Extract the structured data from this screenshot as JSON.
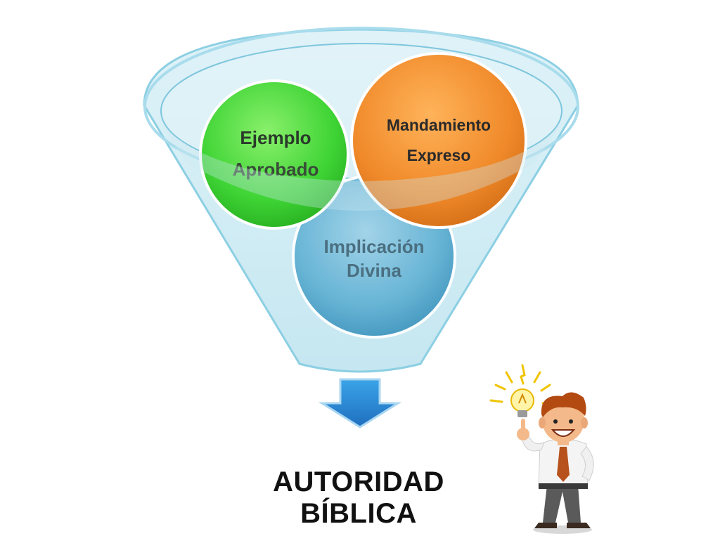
{
  "diagram": {
    "circles": {
      "implicacion": {
        "line1": "Implicación",
        "line2": "Divina"
      },
      "ejemplo": {
        "line1": "Ejemplo",
        "line2": "Aprobado"
      },
      "mandamiento": {
        "line1": "Mandamiento",
        "line2": "Expreso"
      }
    },
    "title": "AUTORIDAD  BÍBLICA"
  },
  "colors": {
    "funnel": "#9fd4e6",
    "implicacion": "#5aa9cc",
    "ejemplo": "#44d63b",
    "mandamiento": "#f08a2a",
    "arrow": "#2f8fd8"
  },
  "icons": [
    "funnel-icon",
    "down-arrow-icon",
    "lightbulb-icon",
    "businessman-icon"
  ]
}
